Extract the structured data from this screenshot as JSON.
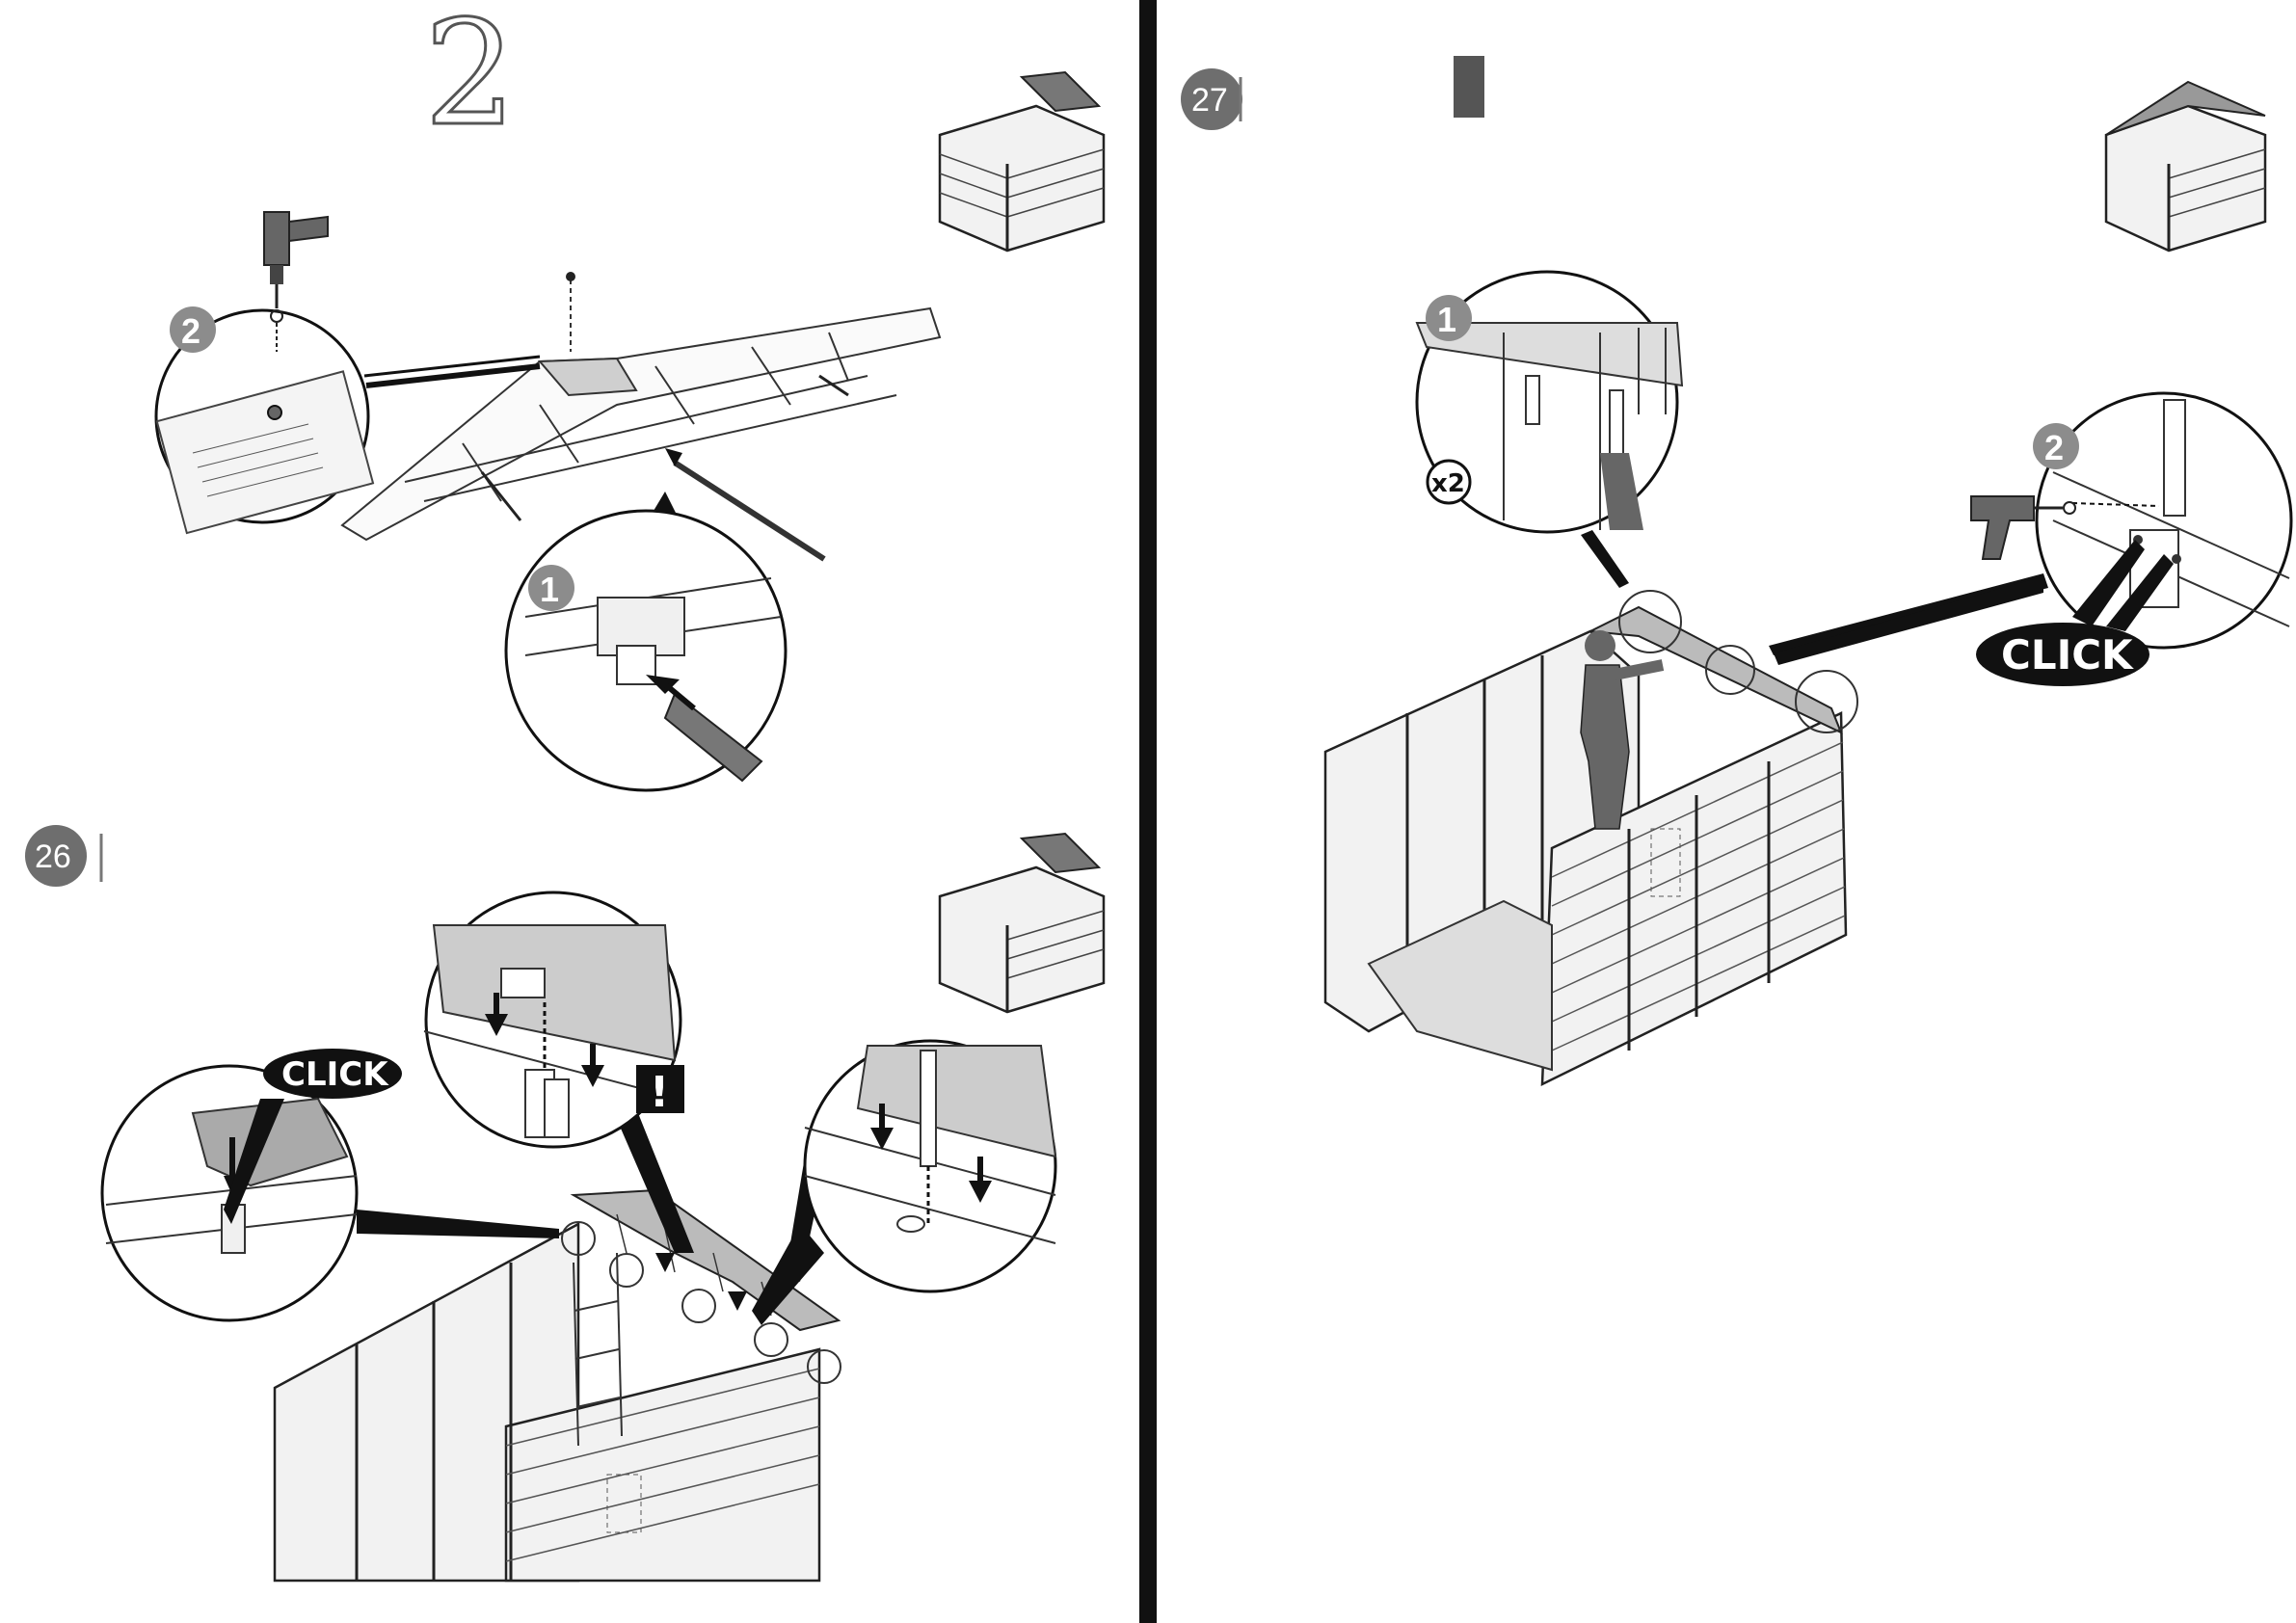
{
  "page": {
    "divider_color": "#111111",
    "accent_gray": "#555555"
  },
  "left_page": {
    "heading_digit": "2",
    "top_step": {
      "sub_steps": [
        {
          "number": "1",
          "icon": "arrow-insert-icon"
        },
        {
          "number": "2",
          "icon": "power-drill-icon"
        }
      ]
    },
    "step_26": {
      "number": "26",
      "callouts": {
        "click_label": "CLICK",
        "warning_label": "!"
      }
    }
  },
  "right_page": {
    "step_27": {
      "number": "27",
      "sub_steps": [
        {
          "number": "1",
          "quantity": "x2"
        },
        {
          "number": "2",
          "icon": "power-drill-icon"
        }
      ],
      "click_label": "CLICK"
    }
  }
}
